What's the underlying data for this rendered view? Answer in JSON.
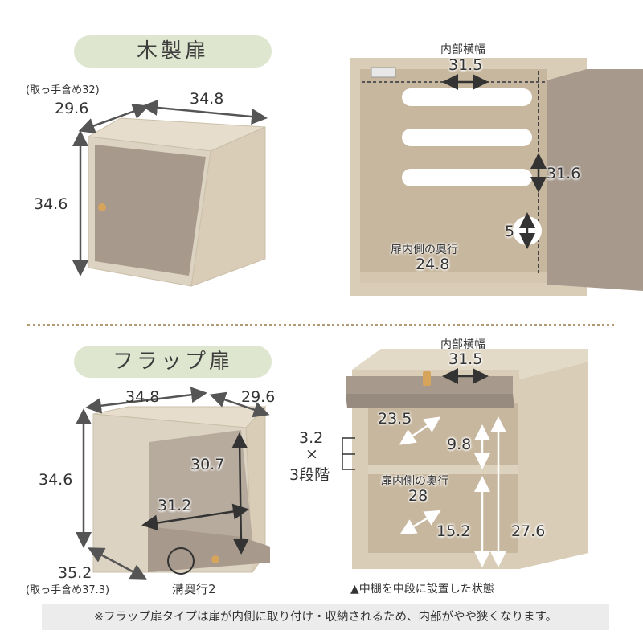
{
  "section1": {
    "title": "木製扉",
    "handle_note": "(取っ手含め32)",
    "depth": "29.6",
    "width": "34.8",
    "height": "34.6",
    "inner_width_label": "内部横幅",
    "inner_width": "31.5",
    "inner_height": "31.6",
    "hole_pitch": "5",
    "inner_depth_label": "扉内側の奥行",
    "inner_depth": "24.8"
  },
  "section2": {
    "title": "フラップ扉",
    "width": "34.8",
    "depth": "29.6",
    "height": "34.6",
    "door_height": "30.7",
    "door_width": "31.2",
    "bottom_depth": "35.2",
    "handle_note": "(取っ手含め37.3)",
    "groove_label": "溝奥行2",
    "inner_width_label": "内部横幅",
    "inner_width": "31.5",
    "shelf_width": "23.5",
    "top_gap": "9.8",
    "pitch": "3.2",
    "times": "×",
    "steps": "3段階",
    "inner_depth_label": "扉内側の奥行",
    "inner_depth": "28",
    "lower_gap": "15.2",
    "total_inner_height": "27.6",
    "caption": "▲中棚を中段に設置した状態"
  },
  "footnote": "※フラップ扉タイプは扉が内側に取り付け・収納されるため、内部がやや狭くなります。",
  "colors": {
    "wood": "#d9cfbf",
    "door": "#a89a8e",
    "pill": "#dfe6cf",
    "dots": "#b29a73"
  }
}
